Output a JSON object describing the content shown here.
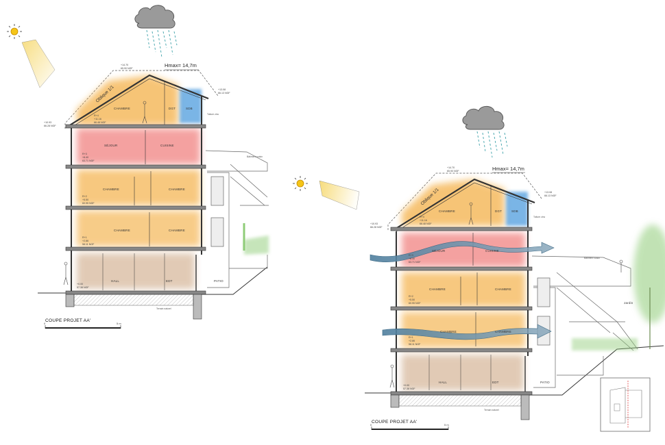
{
  "hmax": "Hmax= 14,7m",
  "oblique": "Oblique 1/1",
  "title": "COUPE PROJET AA'",
  "scale": {
    "start": "0",
    "end": "5 m"
  },
  "patio": "PATIO",
  "jardin": "Jardin",
  "rooms": {
    "chambre": "CHAMBRE",
    "dgt": "DGT",
    "sdb": "SDB",
    "sejour": "SÉJOUR",
    "cuisine": "CUISINE",
    "hall": "HALL",
    "edt": "EDT"
  },
  "levels": {
    "ridge": [
      "+14.70",
      "65.90 NGF"
    ],
    "eave_right": [
      "+13.08",
      "66.13 NGF"
    ],
    "eave_left": [
      "+10.93",
      "66.28 NGF"
    ],
    "r4": [
      "R+4",
      "+11.16",
      "66.48 NGF"
    ],
    "r3": [
      "R+3",
      "+8.40",
      "63.71 NGF"
    ],
    "r2": [
      "R+2",
      "+5.50",
      "60.95 NGF"
    ],
    "r1": [
      "R+1",
      "+2.86",
      "58.11 NGF"
    ],
    "rdc": [
      "+0.00",
      "57.38 NGF"
    ]
  },
  "notes": {
    "roof": "Toiture zinc",
    "ground": "Terrain naturel",
    "neighbour": "Bâtiment voisin"
  },
  "colors": {
    "warm": "#f4b14a",
    "pink": "#f07a78",
    "blue": "#5aa3e0",
    "brown": "#c9a07a",
    "arrow": "#6d8fa8",
    "sun": "#f5c518",
    "green": "#8fcc78"
  }
}
